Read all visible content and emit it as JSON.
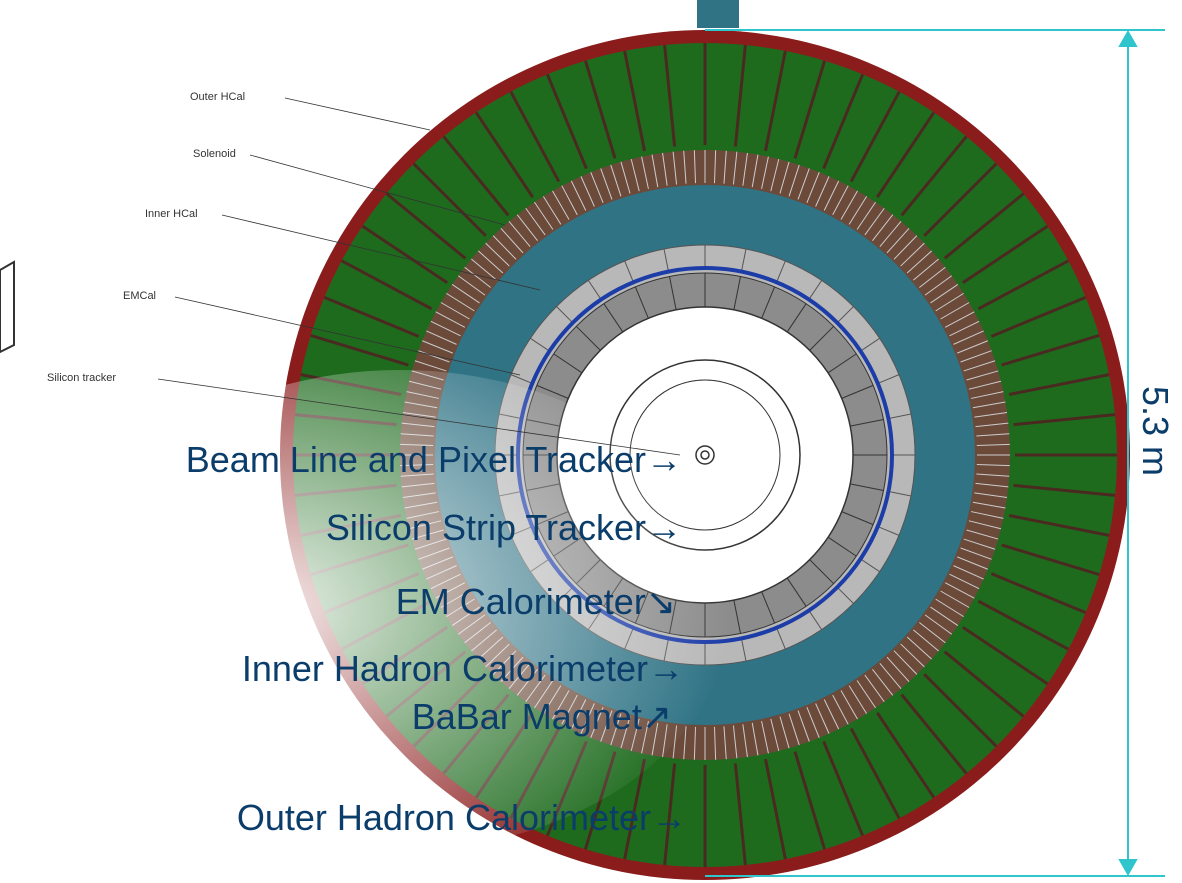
{
  "callouts": [
    "Outer HCal",
    "Solenoid",
    "Inner HCal",
    "EMCal",
    "Silicon tracker"
  ],
  "labels": [
    {
      "text": "Beam Line and Pixel Tracker",
      "arrow": "→"
    },
    {
      "text": "Silicon Strip Tracker",
      "arrow": "→"
    },
    {
      "text": "EM Calorimeter",
      "arrow": "↘"
    },
    {
      "text": "Inner Hadron Calorimeter",
      "arrow": "→"
    },
    {
      "text": "BaBar Magnet",
      "arrow": "↗"
    },
    {
      "text": "Outer Hadron Calorimeter",
      "arrow": "→"
    }
  ],
  "dimension": "5.3 m",
  "colors": {
    "outer_ring": "#8b1c1c",
    "hcal_green": "#1e6b1e",
    "magnet_teal": "#2f7385",
    "emcal_gray": "#8c8c8c",
    "tracker_blue": "#1c3ca8",
    "label_text": "#0b3d6b",
    "dimension_line": "#2ec6cc"
  }
}
